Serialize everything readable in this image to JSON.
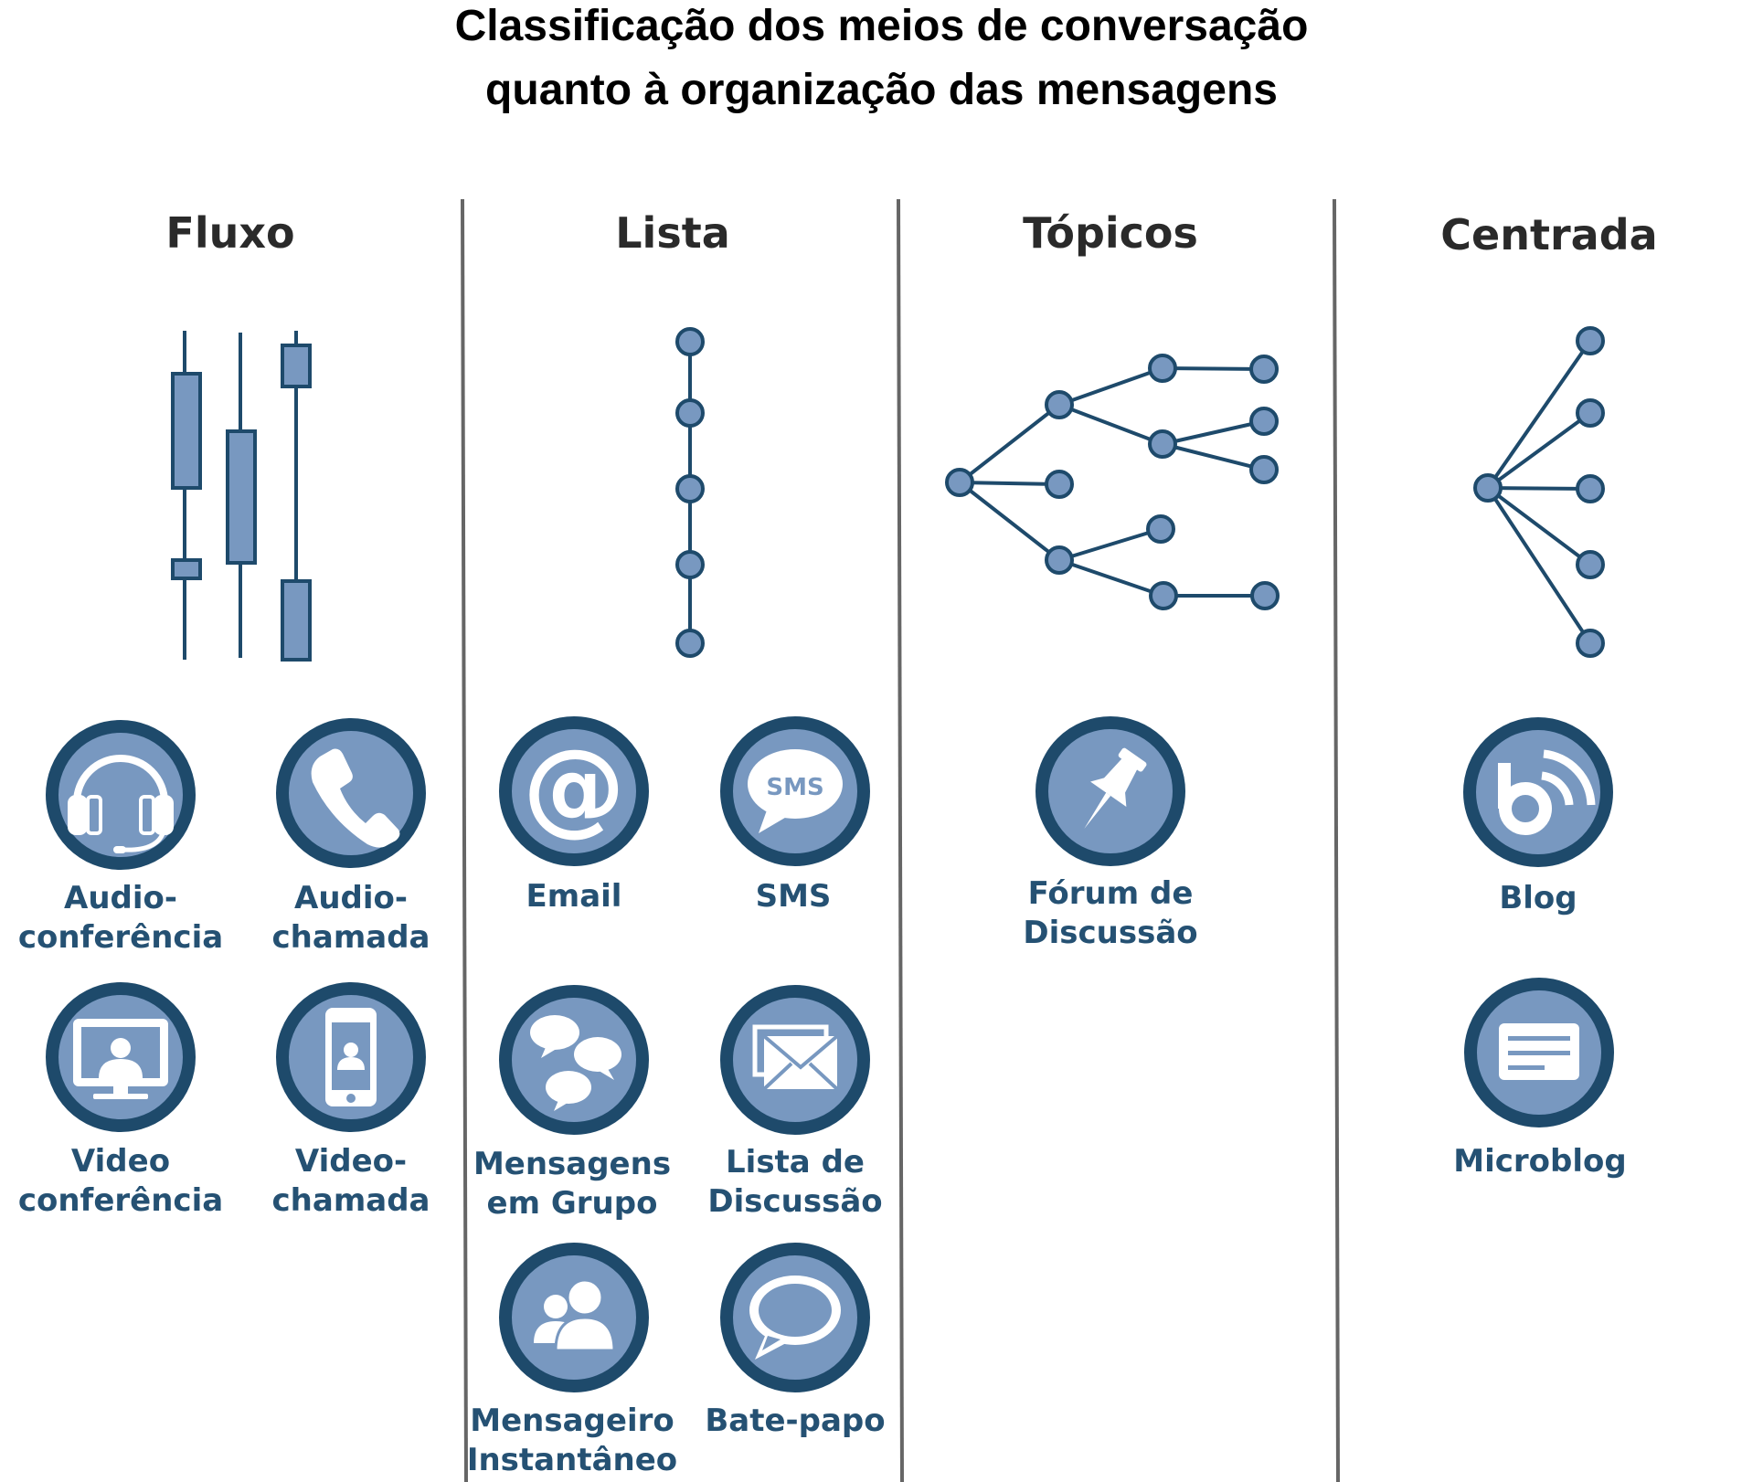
{
  "title": {
    "line1": "Classificação dos meios de conversação",
    "line2": "quanto à organização das mensagens"
  },
  "columns": {
    "fluxo": "Fluxo",
    "lista": "Lista",
    "topicos": "Tópicos",
    "centrada": "Centrada"
  },
  "items": {
    "audioconferencia": [
      "Audio-",
      "conferência"
    ],
    "audiochamada": [
      "Audio-",
      "chamada"
    ],
    "videoconferencia": [
      "Video",
      "conferência"
    ],
    "videochamada": [
      "Video-",
      "chamada"
    ],
    "email": [
      "Email"
    ],
    "sms": [
      "SMS"
    ],
    "mensagens_grupo": [
      "Mensagens",
      "em Grupo"
    ],
    "lista_discussao": [
      "Lista de",
      "Discussão"
    ],
    "mensageiro": [
      "Mensageiro",
      "Instantâneo"
    ],
    "bate_papo": [
      "Bate-papo"
    ],
    "forum": [
      "Fórum de",
      "Discussão"
    ],
    "blog": [
      "Blog"
    ],
    "microblog": [
      "Microblog"
    ]
  },
  "icons": {
    "sms_text": "SMS"
  },
  "colors": {
    "dark": "#1e4a6b",
    "light": "#7898c0",
    "text": "#255173",
    "divider": "#666666"
  }
}
